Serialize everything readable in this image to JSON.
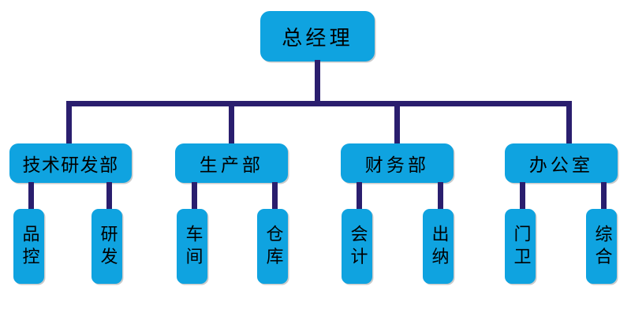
{
  "chart": {
    "type": "org-chart",
    "title": "",
    "colors": {
      "node_fill": "#0fa3e0",
      "connector": "#2a1e6e",
      "text": "#000000",
      "background": "#ffffff",
      "shadow": "#a0a0a0"
    },
    "levels": 3
  },
  "root": {
    "label": "总经理"
  },
  "departments": [
    {
      "label": "技术研发部",
      "children": [
        {
          "label": "品控"
        },
        {
          "label": "研发"
        }
      ]
    },
    {
      "label": "生产部",
      "children": [
        {
          "label": "车间"
        },
        {
          "label": "仓库"
        }
      ]
    },
    {
      "label": "财务部",
      "children": [
        {
          "label": "会计"
        },
        {
          "label": "出纳"
        }
      ]
    },
    {
      "label": "办公室",
      "children": [
        {
          "label": "门卫"
        },
        {
          "label": "综合"
        }
      ]
    }
  ]
}
